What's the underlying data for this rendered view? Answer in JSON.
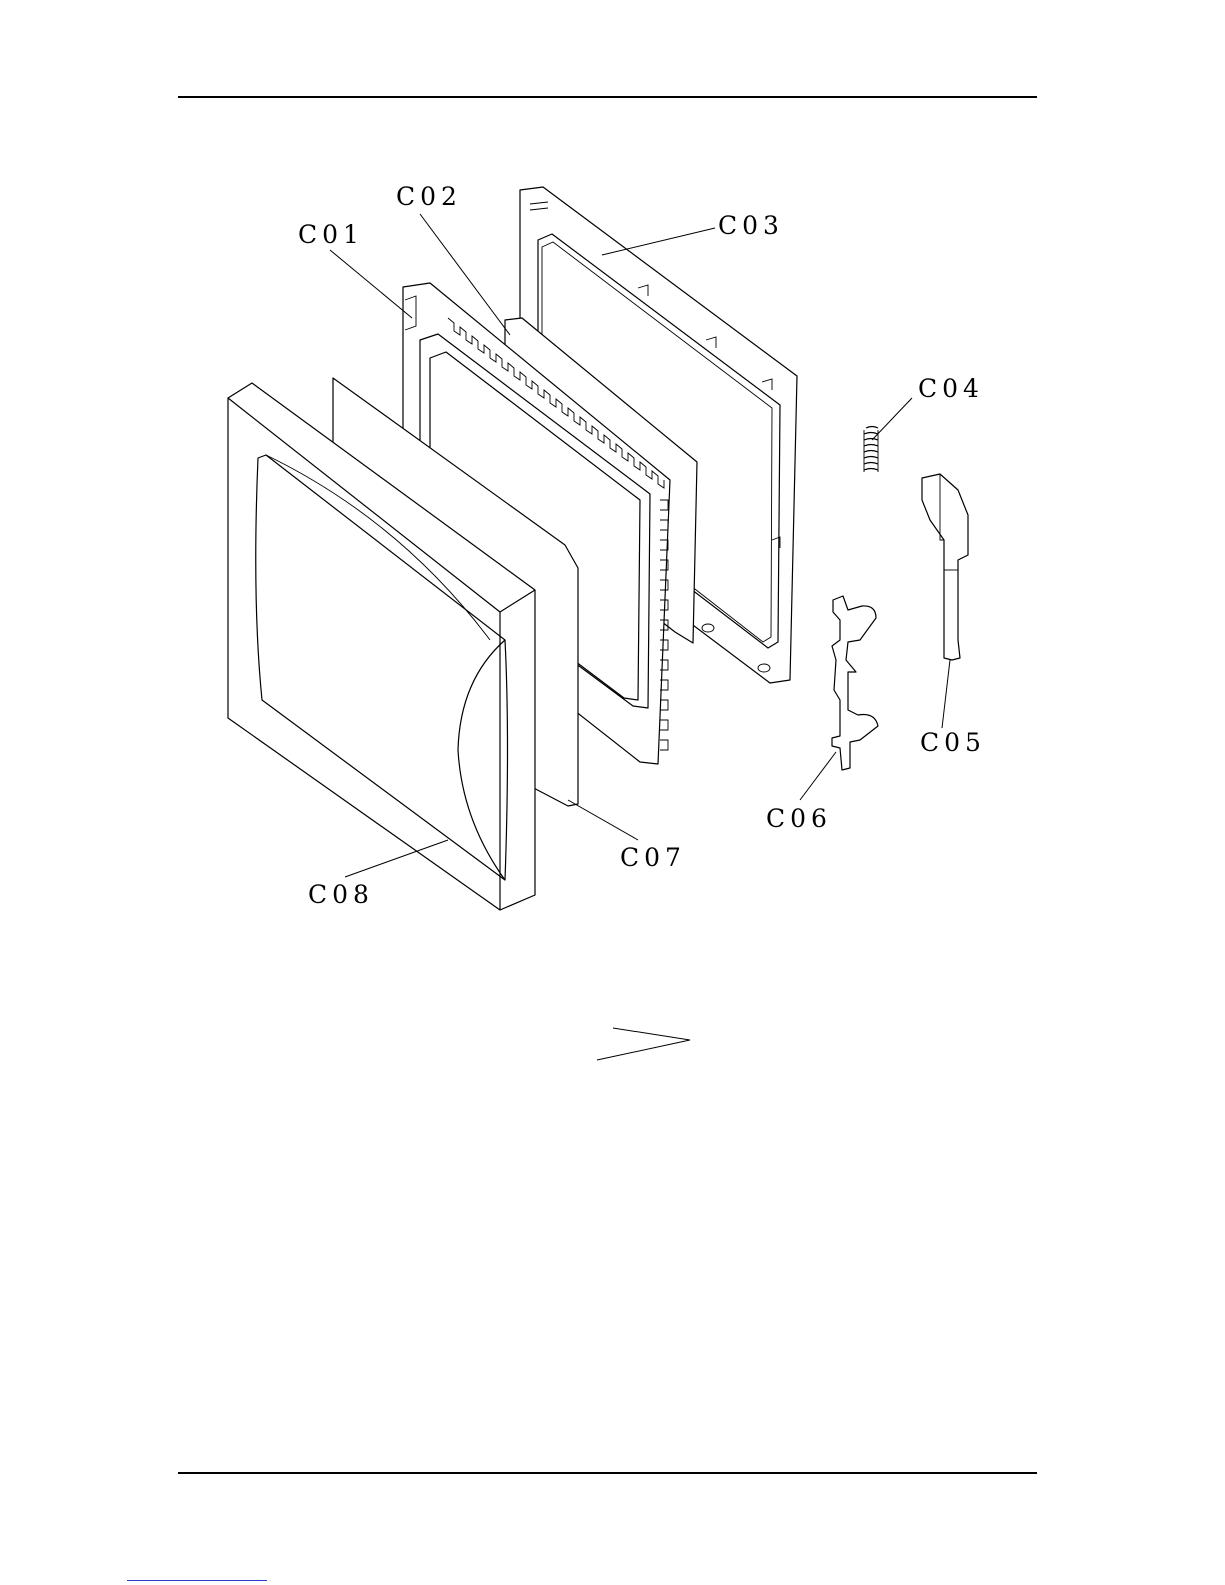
{
  "parts": [
    {
      "id": "c01",
      "label": "C01"
    },
    {
      "id": "c02",
      "label": "C02"
    },
    {
      "id": "c03",
      "label": "C03"
    },
    {
      "id": "c04",
      "label": "C04"
    },
    {
      "id": "c05",
      "label": "C05"
    },
    {
      "id": "c06",
      "label": "C06"
    },
    {
      "id": "c07",
      "label": "C07"
    },
    {
      "id": "c08",
      "label": "C08"
    }
  ],
  "colors": {
    "ink": "#000000",
    "paper": "#ffffff",
    "link": "#2a3cc8"
  }
}
